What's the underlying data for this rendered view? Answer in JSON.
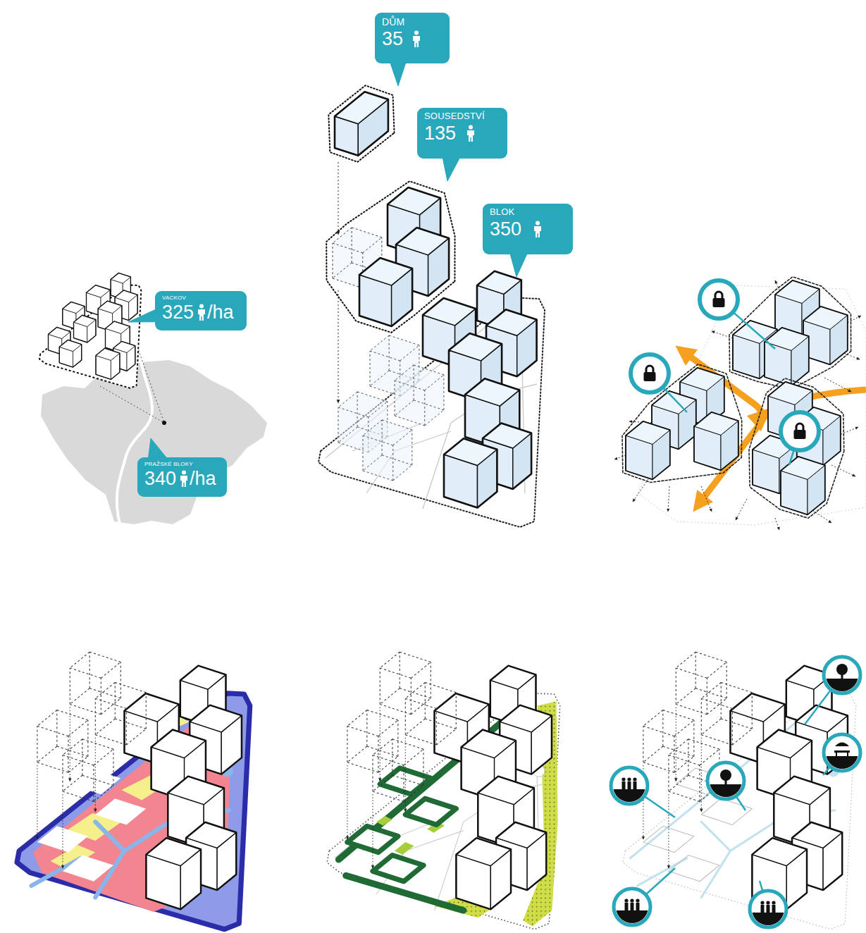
{
  "diagram": {
    "nodes": [
      {
        "text": [
          "DŮM",
          "35"
        ]
      },
      {
        "text": [
          "SOUSEDSTVÍ",
          "135"
        ]
      },
      {
        "text": [
          "BLOK",
          "350"
        ]
      },
      {
        "text": [
          "VACKOV",
          "325",
          "/ha"
        ]
      },
      {
        "text": [
          "PRAŽSKÉ BLOKY",
          "340",
          "/ha"
        ]
      }
    ]
  }
}
